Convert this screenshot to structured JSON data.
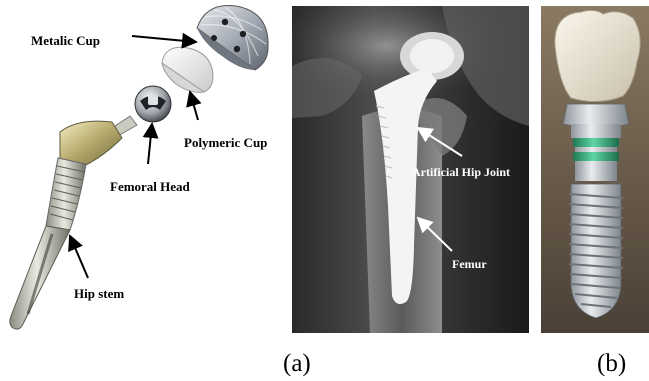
{
  "panel_a_left": {
    "labels": {
      "metalic_cup": "Metalic Cup",
      "polymeric_cup": "Polymeric Cup",
      "femoral_head": "Femoral Head",
      "hip_stem": "Hip stem"
    }
  },
  "panel_a_xray": {
    "labels": {
      "artificial_hip_joint": "Artificial Hip Joint",
      "femur": "Femur"
    }
  },
  "captions": {
    "a": "(a)",
    "b": "(b)"
  }
}
